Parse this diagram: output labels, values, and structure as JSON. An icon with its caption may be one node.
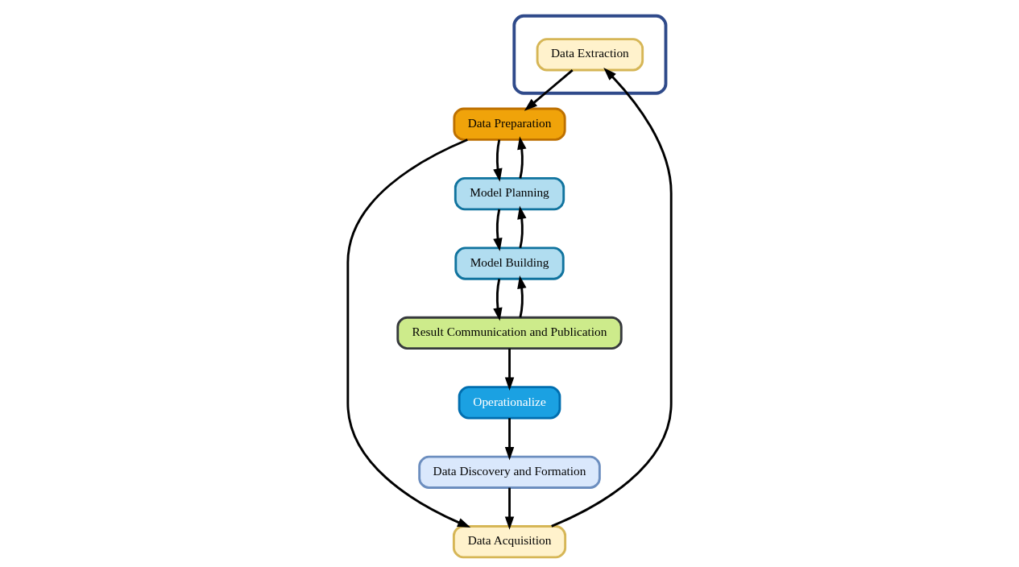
{
  "diagram": {
    "nodes": [
      {
        "text": [
          "Data Discovery and Formation"
        ]
      },
      {
        "text": [],
        "shape": "ellipse"
      },
      {
        "text": [
          "Data Extraction"
        ],
        "in": 1
      },
      {
        "text": [
          "Result Communication and Publication"
        ]
      },
      {
        "text": [
          "Operationalize"
        ]
      },
      {
        "text": [
          "Data Acquisition"
        ]
      },
      {
        "text": [
          "Data Preparation"
        ]
      },
      {
        "text": [
          "Model Building"
        ]
      },
      {
        "text": [
          "Model Planning"
        ]
      }
    ],
    "edges": [
      {
        "from": 4,
        "to": 0,
        "arrow": "to"
      },
      {
        "from": 3,
        "to": 4,
        "arrow": "to"
      },
      {
        "from": 0,
        "to": 5,
        "arrow": "to"
      },
      {
        "from": 5,
        "to": 2,
        "arrow": "to"
      },
      {
        "from": 2,
        "to": 6,
        "arrow": "to"
      },
      {
        "from": 6,
        "to": 5,
        "arrow": "to"
      },
      {
        "from": 6,
        "to": 8,
        "arrow": "to"
      },
      {
        "from": 8,
        "to": 6,
        "arrow": "to"
      },
      {
        "from": 7,
        "to": 8,
        "arrow": "to"
      },
      {
        "from": 8,
        "to": 7,
        "arrow": "to"
      },
      {
        "from": 7,
        "to": 3,
        "arrow": "to"
      },
      {
        "from": 3,
        "to": 7,
        "arrow": "to"
      }
    ]
  }
}
